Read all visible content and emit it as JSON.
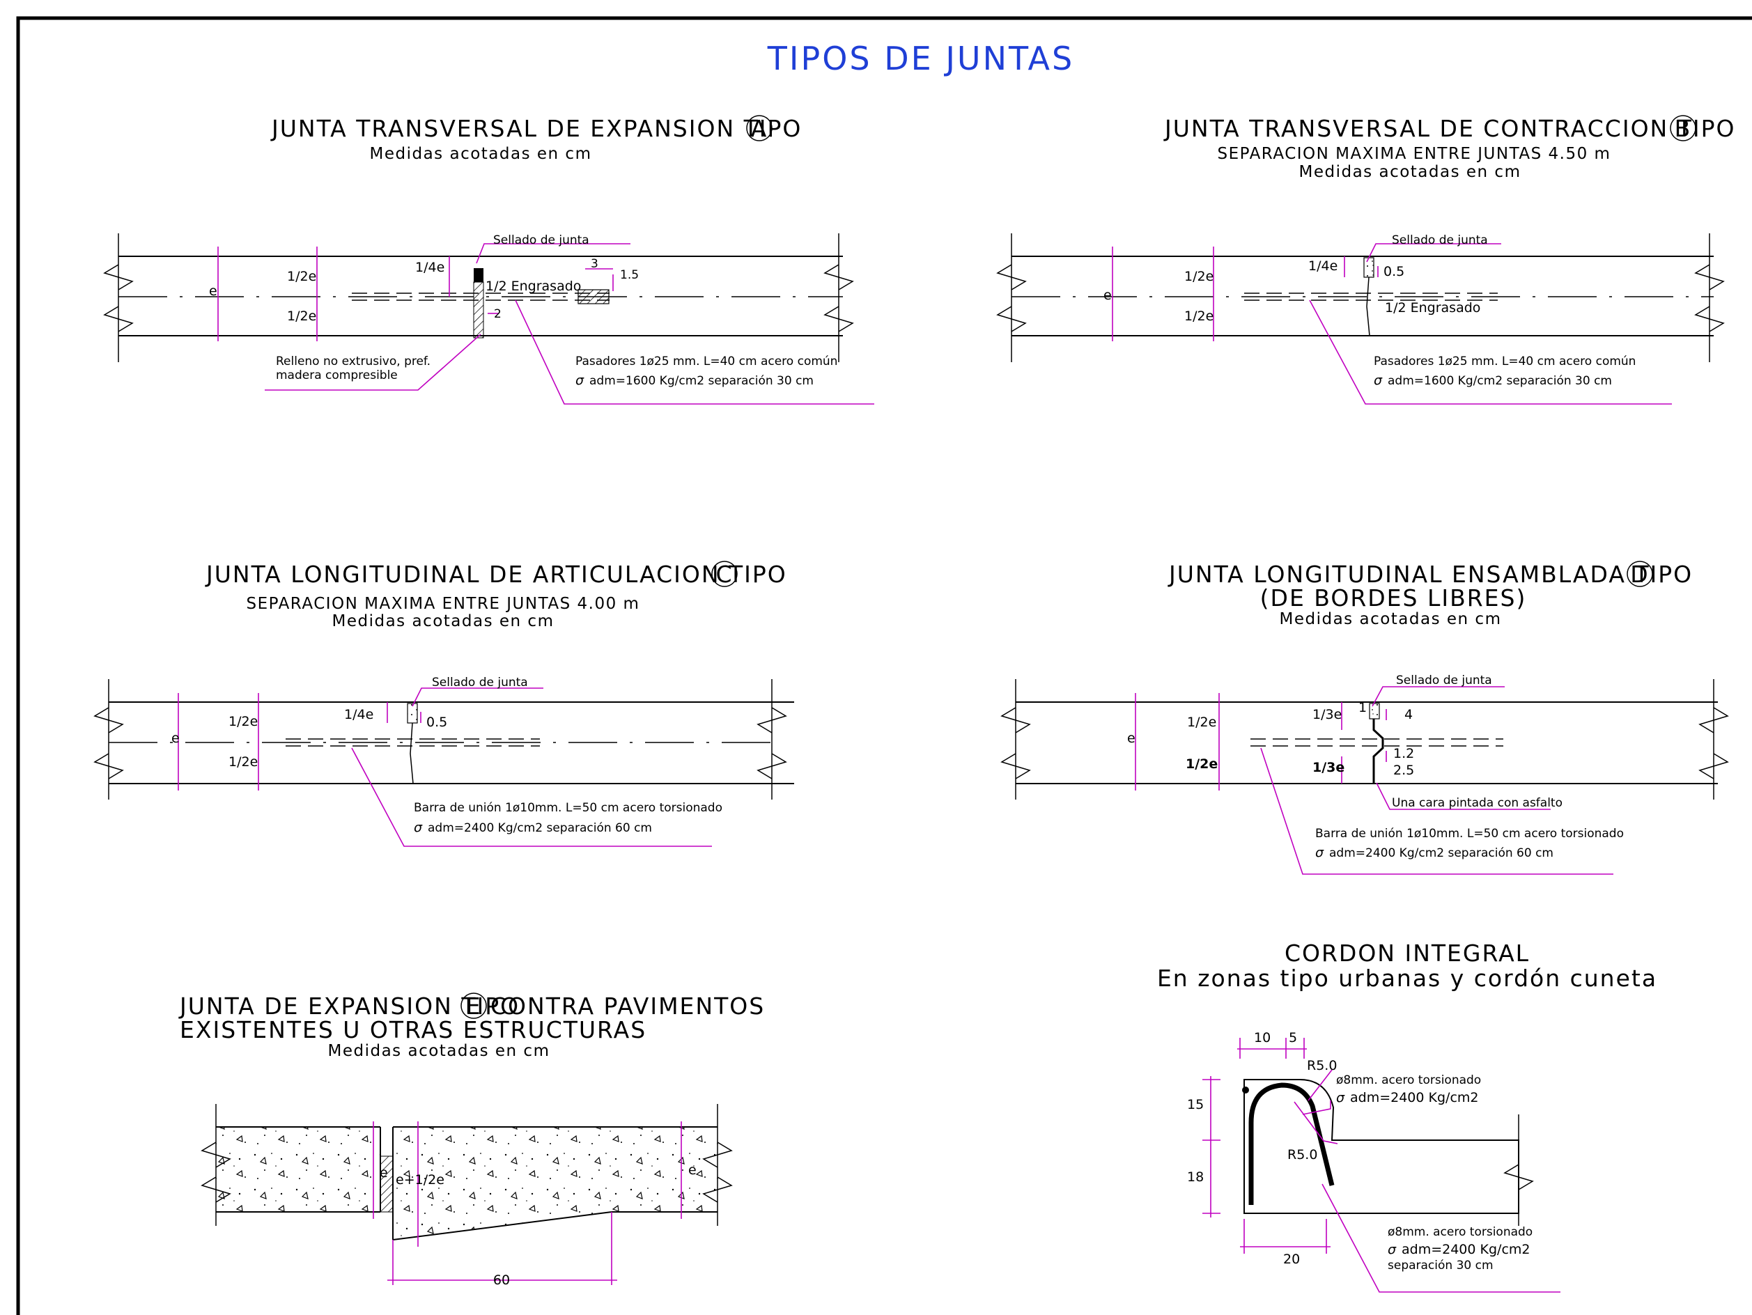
{
  "title": "TIPOS DE JUNTAS",
  "colors": {
    "title": "#1f3fd6",
    "leader": "#c000c0",
    "line": "#000000"
  },
  "panel_a": {
    "title": "JUNTA TRANSVERSAL DE EXPANSION TIPO",
    "type": "A",
    "subtitle": "Medidas acotadas en cm",
    "labels": {
      "e": "e",
      "half_top": "1/2e",
      "half_bot": "1/2e",
      "quarter": "1/4e",
      "sellado": "Sellado de junta",
      "engrasado": "1/2 Engrasado",
      "dim_3": "3",
      "dim_1_5": "1.5",
      "dim_2": "2",
      "relleno_1": "Relleno no extrusivo, pref.",
      "relleno_2": "madera compresible",
      "pasadores_1": "Pasadores 1ø25 mm. L=40 cm acero común",
      "pasadores_sigma": "σ",
      "pasadores_2": "adm=1600 Kg/cm2 separación 30 cm"
    }
  },
  "panel_b": {
    "title": "JUNTA TRANSVERSAL DE CONTRACCION TIPO",
    "type": "B",
    "subtitle_1": "SEPARACION MAXIMA ENTRE JUNTAS 4.50 m",
    "subtitle_2": "Medidas acotadas en cm",
    "labels": {
      "e": "e",
      "half_top": "1/2e",
      "half_bot": "1/2e",
      "quarter": "1/4e",
      "sellado": "Sellado de junta",
      "dim_0_5": "0.5",
      "engrasado": "1/2 Engrasado",
      "pasadores_1": "Pasadores 1ø25 mm. L=40 cm acero común",
      "pasadores_sigma": "σ",
      "pasadores_2": "adm=1600 Kg/cm2 separación 30 cm"
    }
  },
  "panel_c": {
    "title": "JUNTA LONGITUDINAL DE ARTICULACION TIPO",
    "type": "C",
    "subtitle_1": "SEPARACION MAXIMA ENTRE JUNTAS 4.00 m",
    "subtitle_2": "Medidas acotadas en cm",
    "labels": {
      "e": "e",
      "half_top": "1/2e",
      "half_bot": "1/2e",
      "quarter": "1/4e",
      "sellado": "Sellado de junta",
      "dim_0_5": "0.5",
      "barra_1": "Barra de unión 1ø10mm. L=50 cm acero torsionado",
      "barra_sigma": "σ",
      "barra_2": "adm=2400 Kg/cm2 separación 60 cm"
    }
  },
  "panel_d": {
    "title": "JUNTA LONGITUDINAL ENSAMBLADA TIPO",
    "type": "D",
    "subtitle_1": "(DE BORDES LIBRES)",
    "subtitle_2": "Medidas acotadas en cm",
    "labels": {
      "e": "e",
      "half_top": "1/2e",
      "half_bot": "1/2e",
      "third_top": "1/3e",
      "third_bot": "1/3e",
      "sellado": "Sellado de junta",
      "dim_1": "1",
      "dim_4": "4",
      "dim_1_2": "1.2",
      "dim_2_5": "2.5",
      "asfalto": "Una cara pintada con asfalto",
      "barra_1": "Barra de unión 1ø10mm. L=50 cm acero torsionado",
      "barra_sigma": "σ",
      "barra_2": "adm=2400 Kg/cm2 separación 60 cm"
    }
  },
  "panel_e": {
    "title_1": "JUNTA DE EXPANSION TIPO",
    "type": "E",
    "title_1b": "CONTRA PAVIMENTOS",
    "title_2": "EXISTENTES U OTRAS ESTRUCTURAS",
    "subtitle": "Medidas acotadas en cm",
    "labels": {
      "e_left": "e",
      "e_half": "e+1/2e",
      "e_right": "e",
      "dim_60": "60"
    }
  },
  "panel_f": {
    "title": "CORDON INTEGRAL",
    "subtitle": "En zonas tipo urbanas y cordón cuneta",
    "labels": {
      "dim_10": "10",
      "dim_5": "5",
      "dim_15": "15",
      "dim_18": "18",
      "dim_20": "20",
      "r_top": "R5.0",
      "r_mid": "R5.0",
      "acero_top_1": "ø8mm. acero torsionado",
      "acero_top_sigma": "σ",
      "acero_top_2": "adm=2400 Kg/cm2",
      "acero_bot_1": "ø8mm. acero torsionado",
      "acero_bot_sigma": "σ",
      "acero_bot_2": "adm=2400 Kg/cm2",
      "acero_bot_3": "separación 30 cm"
    }
  }
}
